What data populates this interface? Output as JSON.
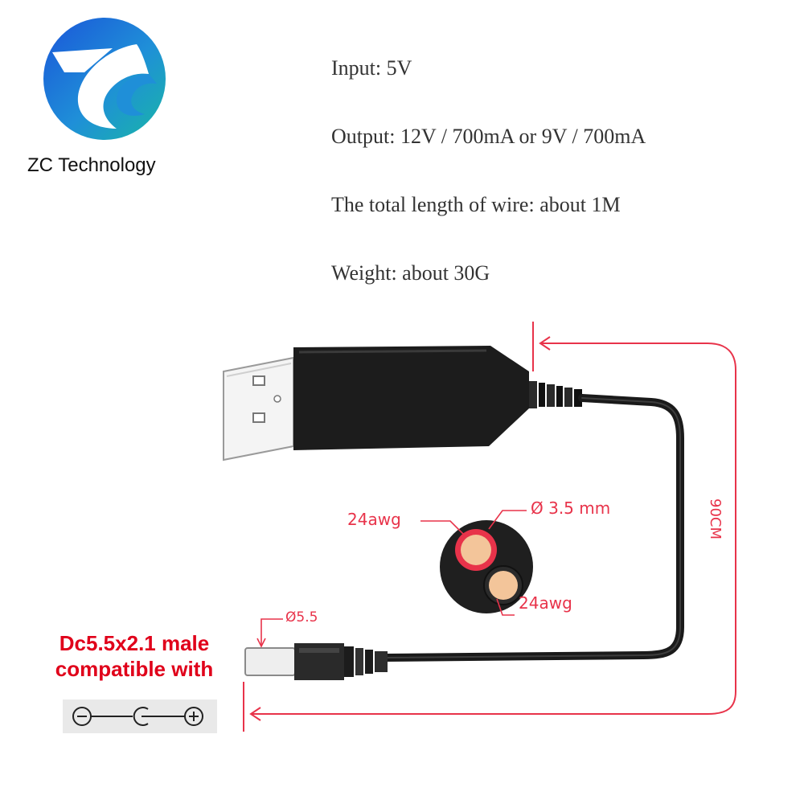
{
  "brand": {
    "name": "ZC Technology"
  },
  "specs": {
    "input": "Input: 5V",
    "output": "Output: 12V / 700mA or 9V / 700mA",
    "length": "The total length of wire: about 1M",
    "weight": "Weight: about 30G"
  },
  "diagram": {
    "cable_length_label": "90CM",
    "wire_gauge_1": "24awg",
    "wire_gauge_2": "24awg",
    "cable_diameter": "Ø 3.5 mm",
    "plug_diameter": "Ø5.5",
    "plug_note_line1": "Dc5.5x2.1 male",
    "plug_note_line2": "compatible with",
    "colors": {
      "accent": "#e8334a",
      "logo_blue": "#1a6fd6",
      "logo_teal": "#19b6a6",
      "cable": "#1a1a1a"
    }
  }
}
